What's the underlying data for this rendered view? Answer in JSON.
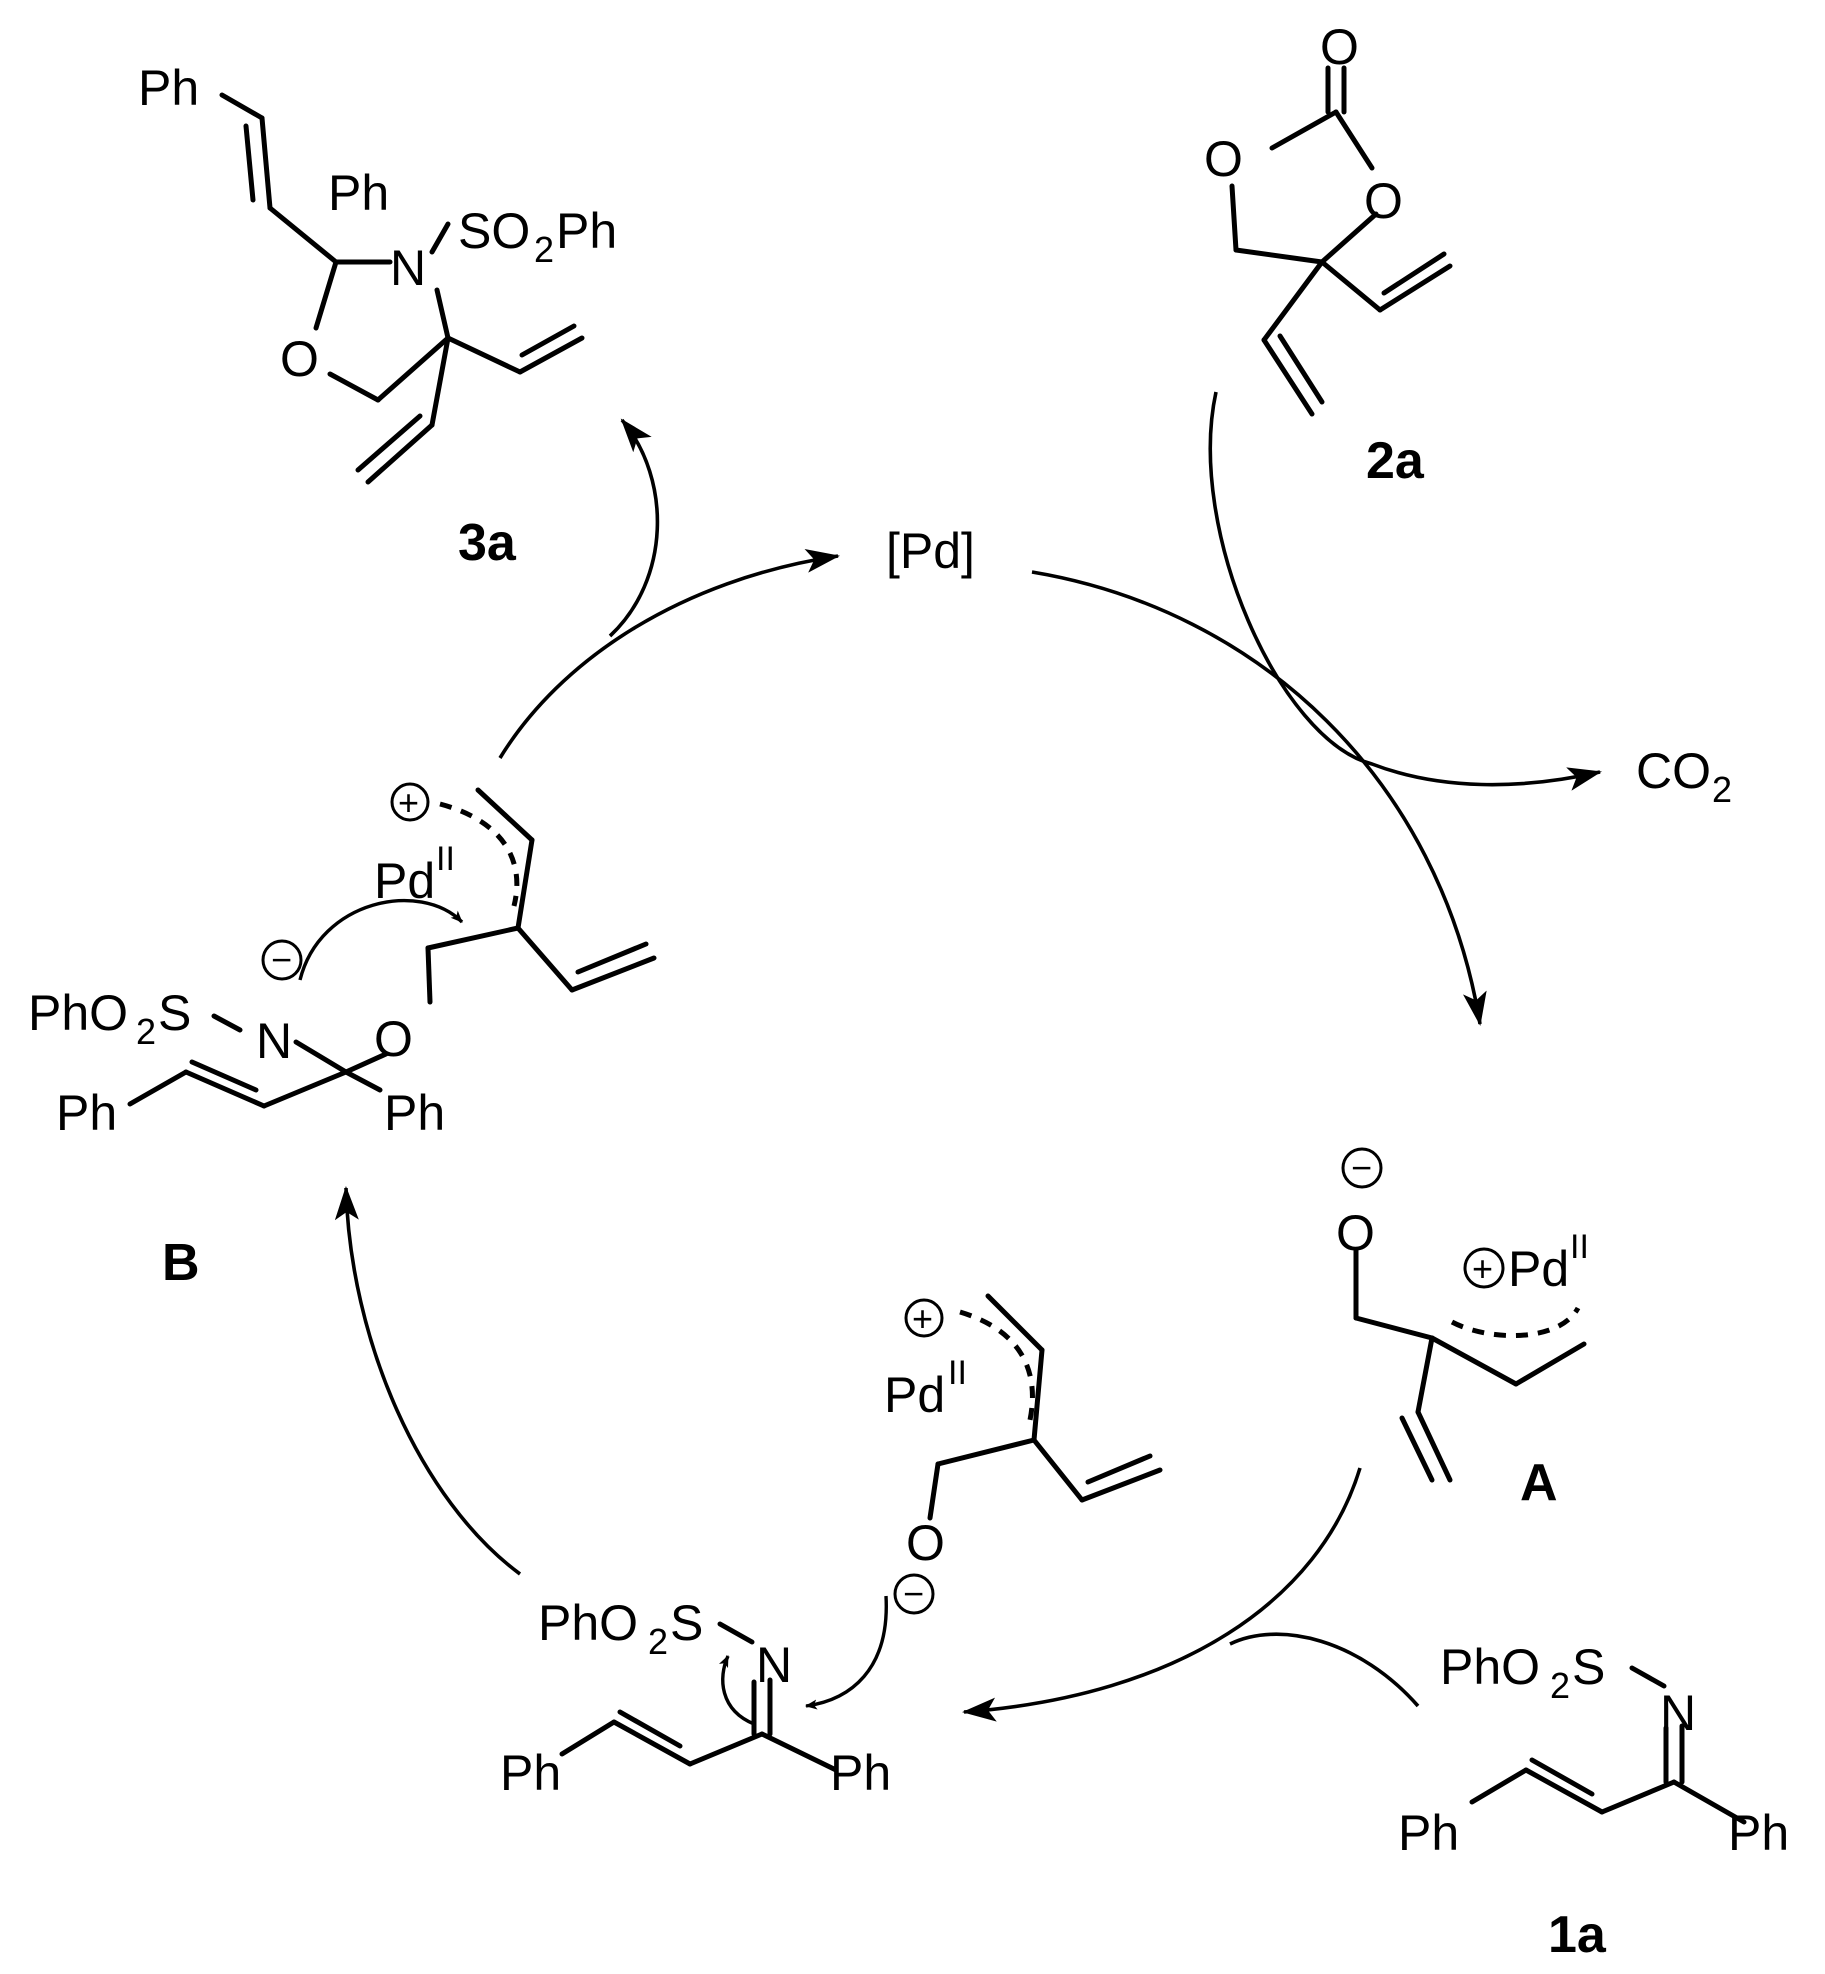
{
  "labels": {
    "ph": "Ph",
    "o": "O",
    "n": "N",
    "pd": "Pd",
    "pd_ox": "II",
    "catalyst": "[Pd]",
    "co2": "CO",
    "two": "2",
    "so2ph_a": "SO",
    "so2ph_b": "Ph",
    "pho2s_a": "PhO",
    "pho2s_b": "S",
    "plus": "+",
    "minus": "−"
  },
  "compounds": {
    "c3a": "3a",
    "c2a": "2a",
    "cA": "A",
    "cB": "B",
    "c1a": "1a"
  }
}
